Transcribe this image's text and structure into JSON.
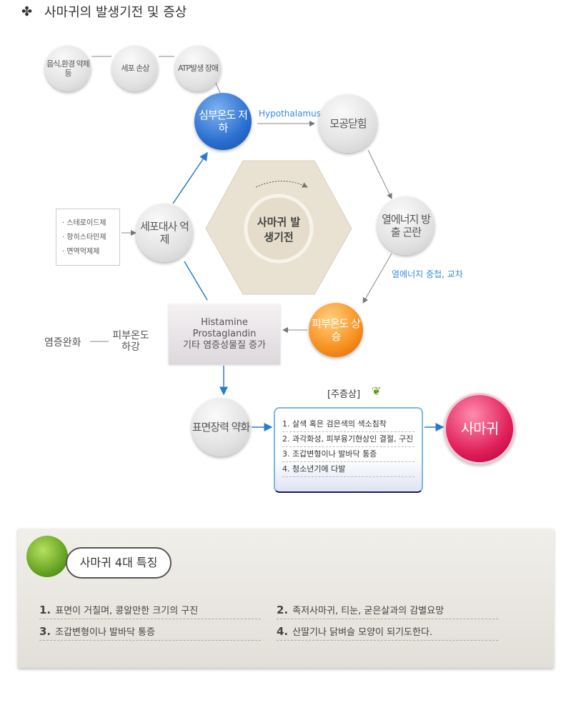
{
  "title": "사마귀의 발생기전 및 증상",
  "top_chain": [
    "음식,환경 약제등",
    "세포 손상",
    "ATP발생 장애"
  ],
  "core_temp": "심부온도 저하",
  "hypothalamus": "Hypothalamus",
  "pore": "모공닫힘",
  "heat": "열에너지 방출 곤란",
  "heat_note": "열에너지 중첩, 교차",
  "skin_temp_up": "피부온도 상승",
  "mediators": [
    "Histamine",
    "Prostaglandin",
    "기타 염증성물질 증가"
  ],
  "skin_temp_down": "피부온도 하강",
  "inflammation": "염증완화",
  "metabolism": "세포대사 억제",
  "drugs": [
    "· 스테로이드제",
    "· 항히스타민제",
    "· 면역억제제"
  ],
  "center": "사마귀 발생기전",
  "surface": "표면장력 약화",
  "symptoms_label": "[주증상]",
  "symptoms": [
    "1. 살색 혹은 검은색의 색소침착",
    "2. 과각화성, 피부융기현상인 결절, 구진",
    "3. 조갑변형이나 발바닥 통증",
    "4. 청소년기에 다발"
  ],
  "result": "사마귀",
  "features_title": "사마귀 4대 특징",
  "features": [
    {
      "n": "1.",
      "t": "표면이 거칠며, 콩알만한 크기의 구진"
    },
    {
      "n": "2.",
      "t": "족저사마귀, 티눈, 굳은살과의 감별요망"
    },
    {
      "n": "3.",
      "t": "조갑변형이나 발바닥 통증"
    },
    {
      "n": "4.",
      "t": "산딸기나 닭벼슬 모양이 되기도한다."
    }
  ]
}
